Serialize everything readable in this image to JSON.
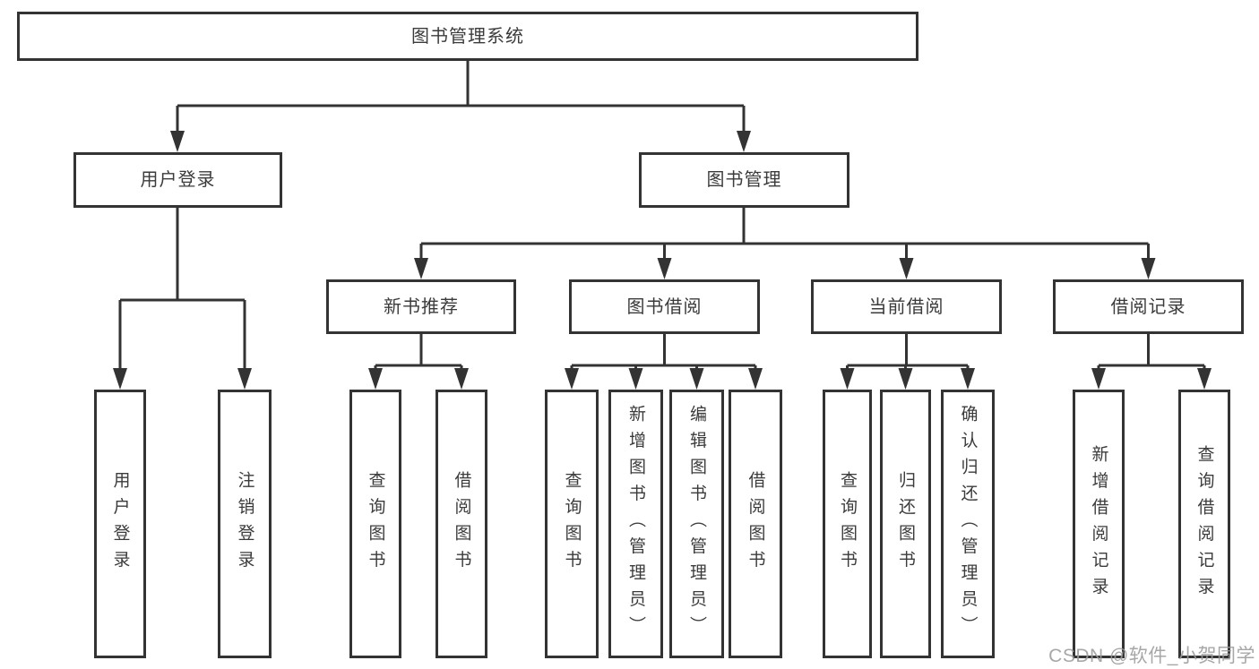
{
  "colors": {
    "line": "#333333",
    "text": "#3b3b3b",
    "watermark": "#9b9b9b",
    "background": "#ffffff"
  },
  "watermark": "CSDN @软件_小贺同学",
  "diagram": {
    "root": {
      "label": "图书管理系统",
      "children": [
        {
          "label": "用户登录",
          "children": [
            {
              "label": "用户登录"
            },
            {
              "label": "注销登录"
            }
          ]
        },
        {
          "label": "图书管理",
          "children": [
            {
              "label": "新书推荐",
              "children": [
                {
                  "label": "查询图书"
                },
                {
                  "label": "借阅图书"
                }
              ]
            },
            {
              "label": "图书借阅",
              "children": [
                {
                  "label": "查询图书"
                },
                {
                  "label": "新增图书（管理员）"
                },
                {
                  "label": "编辑图书（管理员）"
                },
                {
                  "label": "借阅图书"
                }
              ]
            },
            {
              "label": "当前借阅",
              "children": [
                {
                  "label": "查询图书"
                },
                {
                  "label": "归还图书"
                },
                {
                  "label": "确认归还（管理员）"
                }
              ]
            },
            {
              "label": "借阅记录",
              "children": [
                {
                  "label": "新增借阅记录"
                },
                {
                  "label": "查询借阅记录"
                }
              ]
            }
          ]
        }
      ]
    }
  }
}
